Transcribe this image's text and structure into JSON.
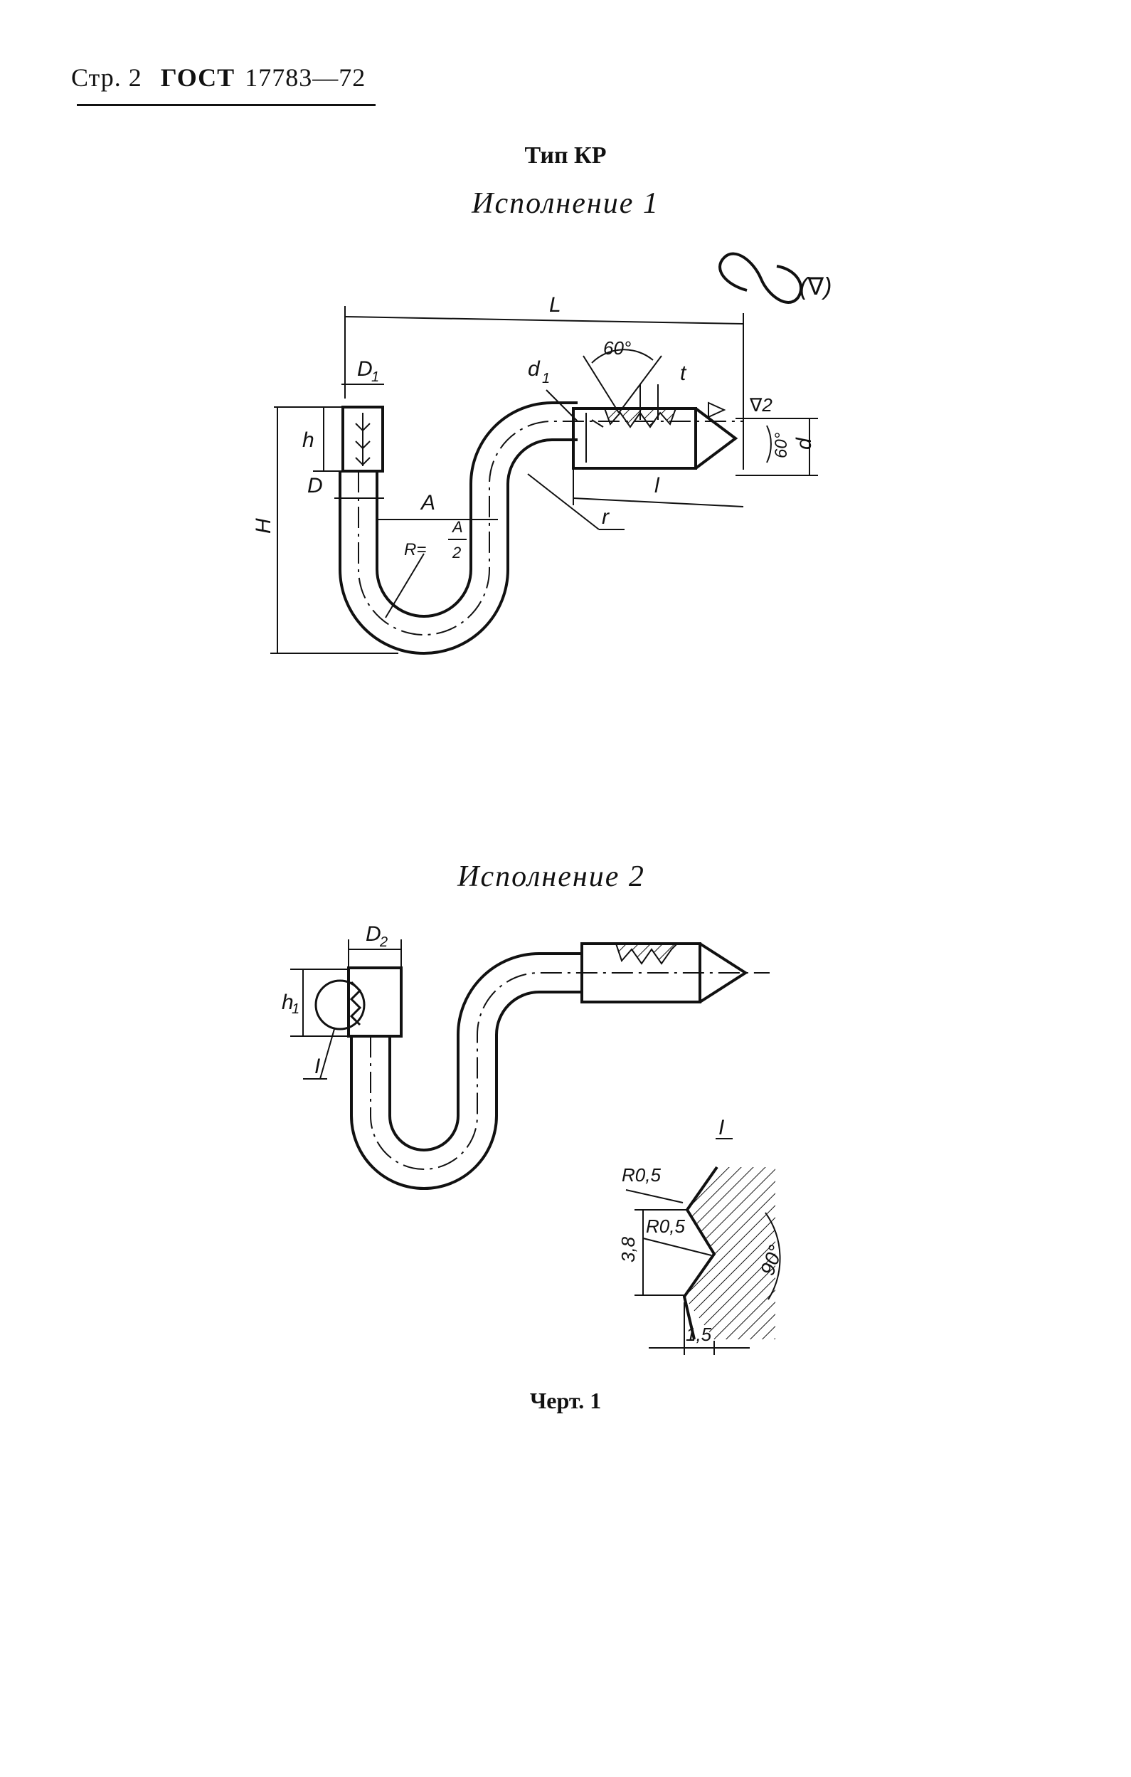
{
  "header": {
    "page": "Стр. 2",
    "standard": "ГОСТ",
    "number": "17783—72"
  },
  "type_title": "Тип КР",
  "version1": {
    "title": "Исполнение 1",
    "roughness_mark": "(∇)",
    "labels": {
      "L": "L",
      "D1": "D",
      "D1_sub": "1",
      "h": "h",
      "D": "D",
      "A": "A",
      "H": "H",
      "R": "R=",
      "R_num": "A",
      "R_den": "2",
      "r": "r",
      "d1": "d",
      "d1_sub": "1",
      "angle60": "60°",
      "t": "t",
      "l": "l",
      "d": "d",
      "angle60b": "60°",
      "finish": "∇2"
    }
  },
  "version2": {
    "title": "Исполнение 2",
    "labels": {
      "D2": "D",
      "D2_sub": "2",
      "h1": "h",
      "h1_sub": "1",
      "ref": "I"
    }
  },
  "detail": {
    "title": "I",
    "labels": {
      "r1": "R0,5",
      "r2": "R0,5",
      "dim_h": "3,8",
      "angle": "90°",
      "dim_w": "1,5"
    }
  },
  "caption": "Черт. 1"
}
